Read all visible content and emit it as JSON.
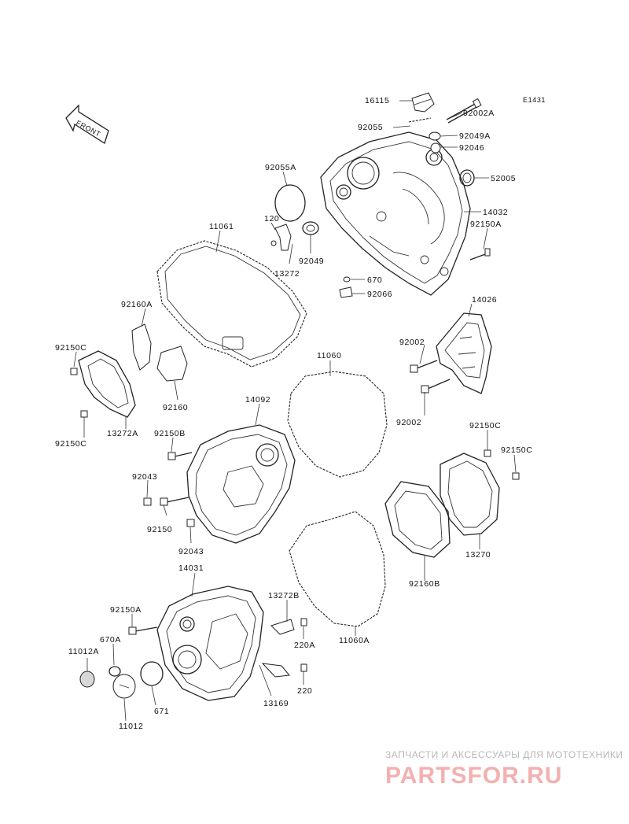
{
  "diagram_code": "E1431",
  "front_label": "FRONT",
  "parts": [
    "16115",
    "92002A",
    "92055",
    "92049A",
    "92046",
    "52005",
    "92055A",
    "14032",
    "120",
    "92150A",
    "92049",
    "13272",
    "670",
    "92066",
    "11061",
    "14026",
    "92160A",
    "92002",
    "92150C",
    "92160",
    "13272A",
    "11060",
    "14092",
    "92150B",
    "92043",
    "92150",
    "13270",
    "92160B",
    "14031",
    "13272B",
    "220A",
    "670A",
    "11012A",
    "11060A",
    "11012",
    "671",
    "220",
    "13169"
  ],
  "watermark": {
    "tagline": "ЗАПЧАСТИ И АКСЕССУАРЫ ДЛЯ МОТОТЕХНИКИ",
    "brand": "PARTSFOR.RU"
  },
  "colors": {
    "line": "#222222",
    "watermark_text": "#b8b8b8",
    "watermark_brand": "#f3b0b0"
  }
}
